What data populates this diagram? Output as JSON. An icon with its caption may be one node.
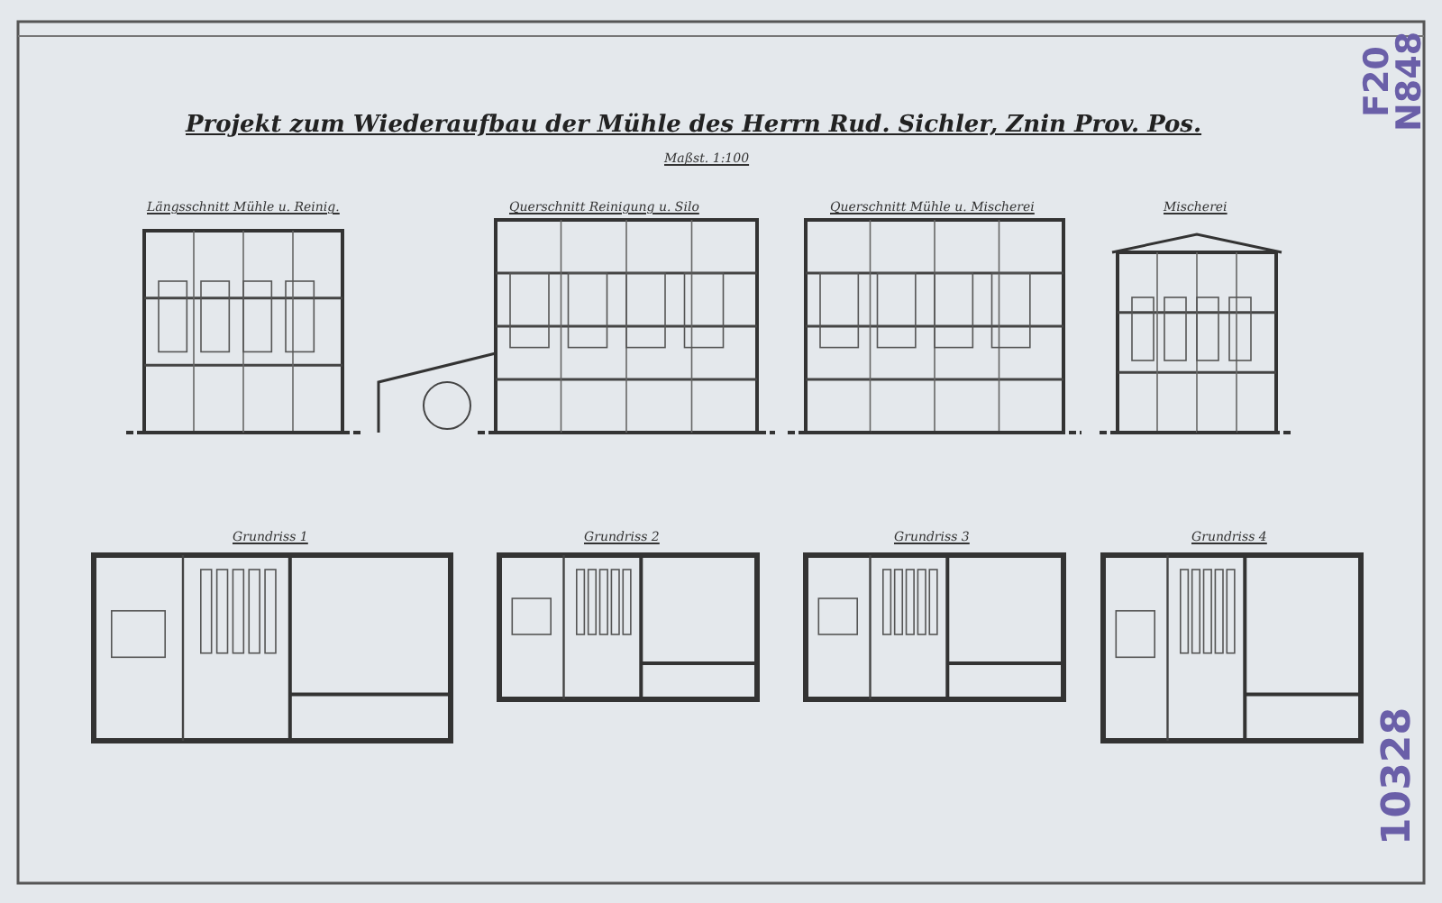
{
  "diagram": {
    "title": "Projekt zum Wiederaufbau der Mühle des Herrn Rud. Sichler, Znin Prov. Pos.",
    "labels": [
      "Maßst. 1:100",
      "Längsschnitt Mühle u. Reinig.",
      "Querschnitt Reinigung u. Silo",
      "Querschnitt Mühle u. Mischerei",
      "Mischerei",
      "Grundriss 1",
      "Grundriss 2",
      "Grundriss 3",
      "Grundriss 4",
      "F20",
      "N848",
      "10328"
    ]
  }
}
